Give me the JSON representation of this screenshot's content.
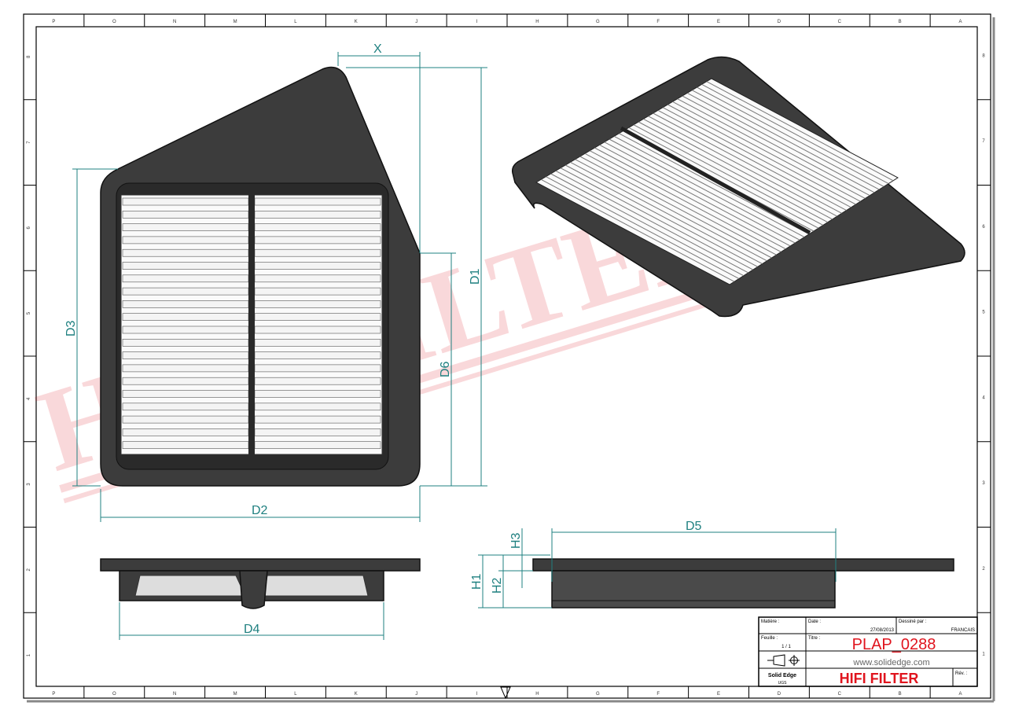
{
  "border": {
    "columns": [
      "P",
      "O",
      "N",
      "M",
      "L",
      "K",
      "J",
      "I",
      "H",
      "G",
      "F",
      "E",
      "D",
      "C",
      "B",
      "A"
    ],
    "rows": [
      "8",
      "7",
      "6",
      "5",
      "4",
      "3",
      "2",
      "1"
    ]
  },
  "watermark": "HIFI FILTER",
  "dimensions": {
    "x": "X",
    "d1": "D1",
    "d2": "D2",
    "d3": "D3",
    "d4": "D4",
    "d5": "D5",
    "d6": "D6",
    "h1": "H1",
    "h2": "H2",
    "h3": "H3"
  },
  "title_block": {
    "material_label": "Matière :",
    "date_label": "Date :",
    "date": "27/08/2013",
    "drawn_by_label": "Dessiné par :",
    "drawn_by": "FRANCAIS",
    "sheet_label": "Feuille :",
    "sheet": "1 / 1",
    "title_label": "Titre :",
    "title": "PLAP_0288",
    "website": "www.solidedge.com",
    "software": "Solid Edge",
    "units": "UGS",
    "company": "HIFI FILTER",
    "rev_label": "Rév. :"
  },
  "colors": {
    "dimension": "#1f8080",
    "title_red": "#e0141e",
    "part": "#3c3c3c"
  }
}
